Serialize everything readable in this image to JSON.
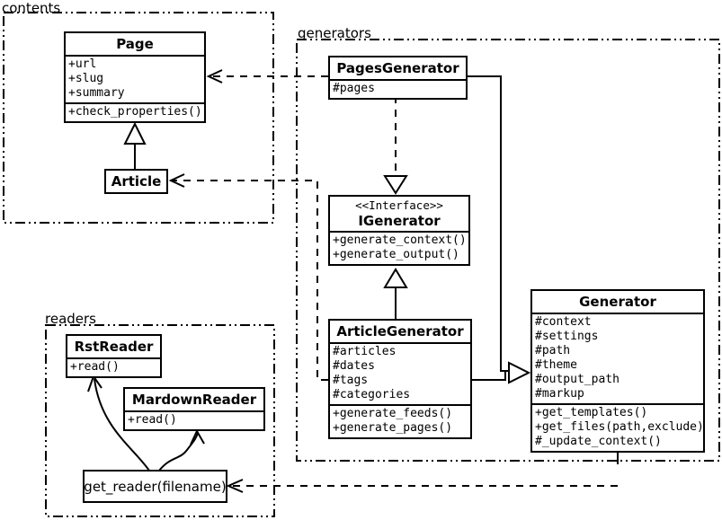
{
  "colors": {
    "line": "#000000",
    "background": "#ffffff"
  },
  "packages": {
    "contents": {
      "label": "contents"
    },
    "generators": {
      "label": "generators"
    },
    "readers": {
      "label": "readers"
    }
  },
  "classes": {
    "page": {
      "name": "Page",
      "attributes": [
        "+url",
        "+slug",
        "+summary"
      ],
      "methods": [
        "+check_properties()"
      ]
    },
    "article": {
      "name": "Article"
    },
    "pages_generator": {
      "name": "PagesGenerator",
      "attributes": [
        "#pages"
      ]
    },
    "igenerator": {
      "stereotype": "<<Interface>>",
      "name": "IGenerator",
      "methods": [
        "+generate_context()",
        "+generate_output()"
      ]
    },
    "article_generator": {
      "name": "ArticleGenerator",
      "attributes": [
        "#articles",
        "#dates",
        "#tags",
        "#categories"
      ],
      "methods": [
        "+generate_feeds()",
        "+generate_pages()"
      ]
    },
    "generator": {
      "name": "Generator",
      "attributes": [
        "#context",
        "#settings",
        "#path",
        "#theme",
        "#output_path",
        "#markup"
      ],
      "methods": [
        "+get_templates()",
        "+get_files(path,exclude)",
        "#_update_context()"
      ]
    },
    "rst_reader": {
      "name": "RstReader",
      "methods": [
        "+read()"
      ]
    },
    "mardown_reader": {
      "name": "MardownReader",
      "methods": [
        "+read()"
      ]
    },
    "get_reader": {
      "label": "get_reader(filename)"
    }
  },
  "relationships": [
    {
      "from": "Article",
      "to": "Page",
      "type": "generalization"
    },
    {
      "from": "PagesGenerator",
      "to": "Page",
      "type": "dependency"
    },
    {
      "from": "ArticleGenerator",
      "to": "Article",
      "type": "dependency"
    },
    {
      "from": "PagesGenerator",
      "to": "IGenerator",
      "type": "realization"
    },
    {
      "from": "ArticleGenerator",
      "to": "IGenerator",
      "type": "generalization"
    },
    {
      "from": "PagesGenerator",
      "to": "Generator",
      "type": "generalization"
    },
    {
      "from": "ArticleGenerator",
      "to": "Generator",
      "type": "generalization"
    },
    {
      "from": "Generator",
      "to": "get_reader(filename)",
      "type": "dependency"
    },
    {
      "from": "get_reader(filename)",
      "to": "RstReader",
      "type": "call"
    },
    {
      "from": "get_reader(filename)",
      "to": "MardownReader",
      "type": "call"
    }
  ]
}
